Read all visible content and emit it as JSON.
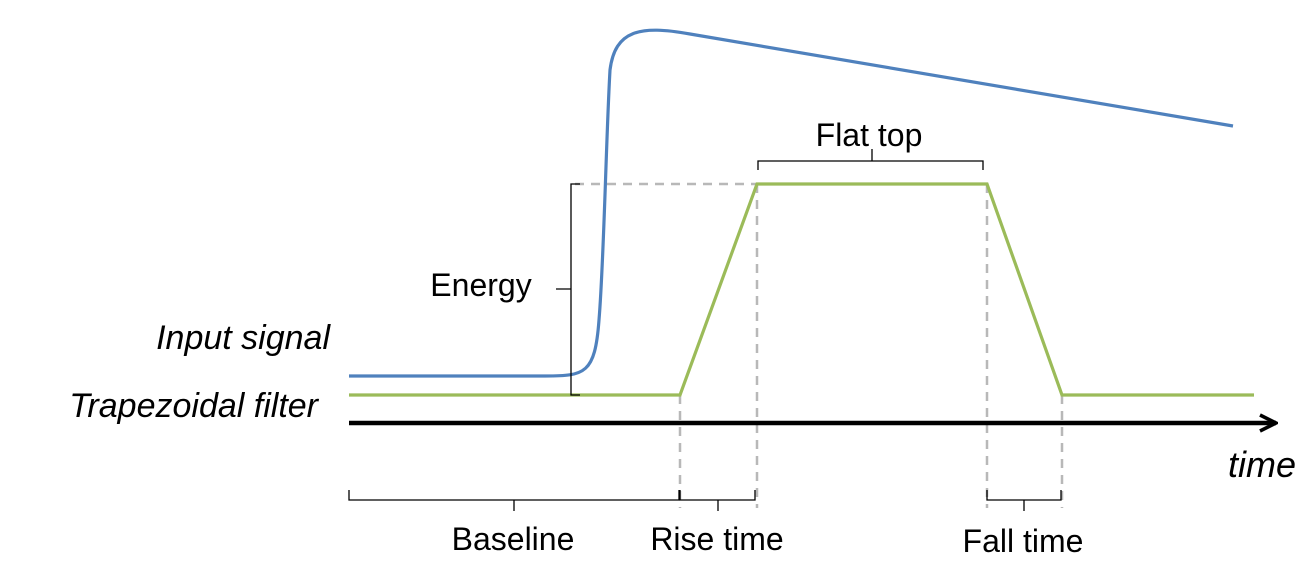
{
  "series": {
    "input": {
      "label": "Input signal",
      "color": "#4f81bd"
    },
    "filter": {
      "label": "Trapezoidal filter",
      "color": "#9bbb59"
    }
  },
  "axis": {
    "label": "time",
    "color": "#000000"
  },
  "annotations": {
    "energy": "Energy",
    "flat_top": "Flat top",
    "baseline": "Baseline",
    "rise_time": "Rise time",
    "fall_time": "Fall time"
  },
  "guide_color": "#b8b8b8"
}
